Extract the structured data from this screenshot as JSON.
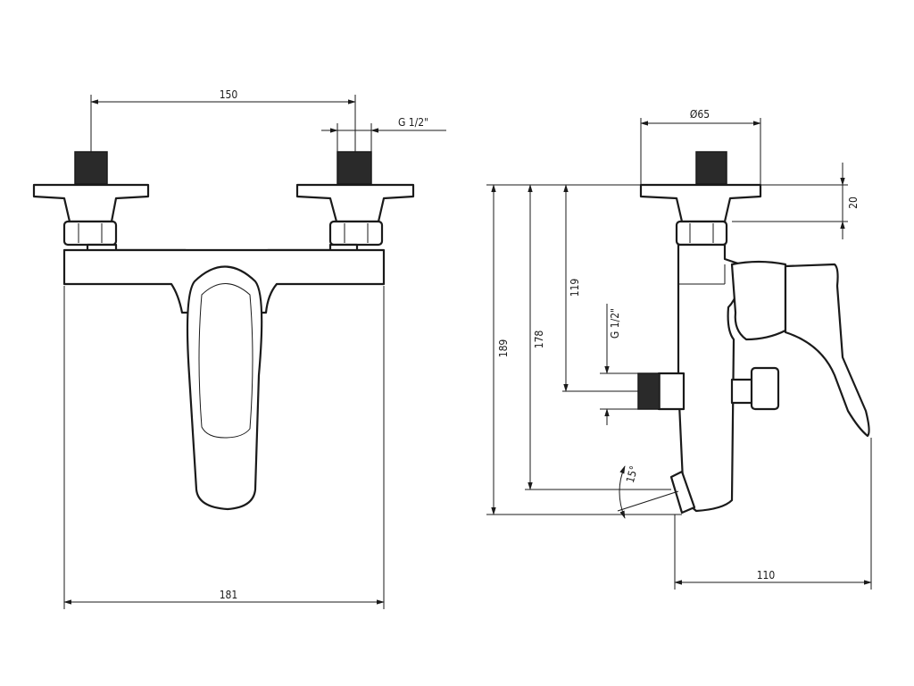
{
  "front_view": {
    "dim_inlet_spacing": "150",
    "dim_inlet_thread": "G 1/2\"",
    "dim_overall_width": "181"
  },
  "side_view": {
    "dim_flange_diameter": "Ø65",
    "dim_flange_depth": "20",
    "dim_height_total": "189",
    "dim_height_spout": "178",
    "dim_height_outlet": "119",
    "dim_outlet_thread": "G 1/2\"",
    "dim_spout_angle": "15°",
    "dim_projection": "110"
  }
}
